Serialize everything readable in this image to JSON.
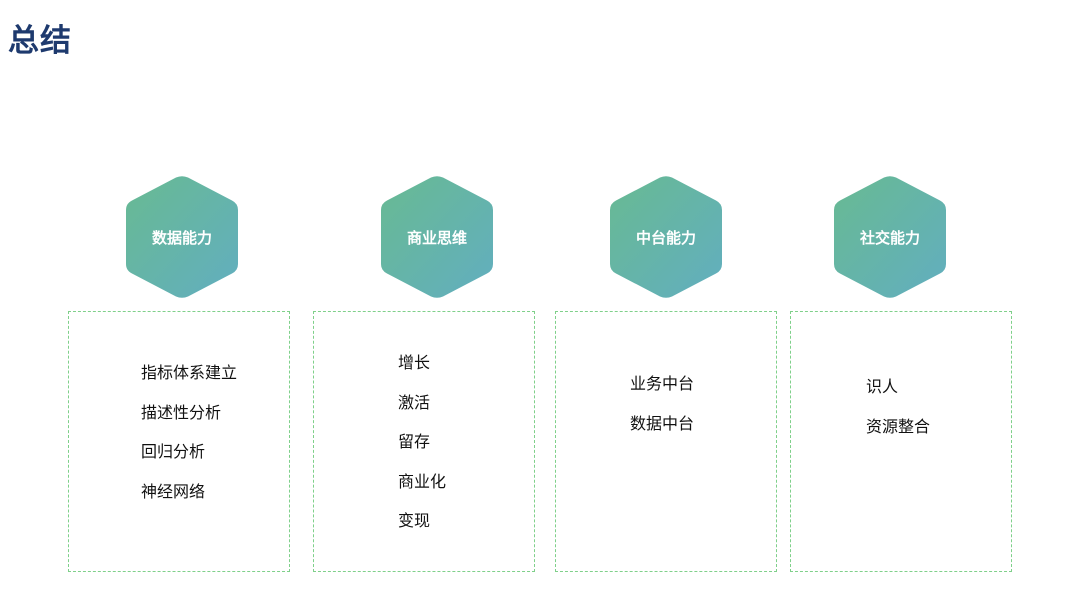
{
  "title": "总结",
  "colors": {
    "title": "#1e3a6e",
    "hex_gradient_start": "#68ba92",
    "hex_gradient_end": "#62aec0",
    "card_border": "#7fd08a"
  },
  "columns": [
    {
      "heading": "数据能力",
      "items": [
        "指标体系建立",
        "描述性分析",
        "回归分析",
        "神经网络"
      ]
    },
    {
      "heading": "商业思维",
      "items": [
        "增长",
        "激活",
        "留存",
        "商业化",
        "变现"
      ]
    },
    {
      "heading": "中台能力",
      "items": [
        "业务中台",
        "数据中台"
      ]
    },
    {
      "heading": "社交能力",
      "items": [
        "识人",
        "资源整合"
      ]
    }
  ]
}
